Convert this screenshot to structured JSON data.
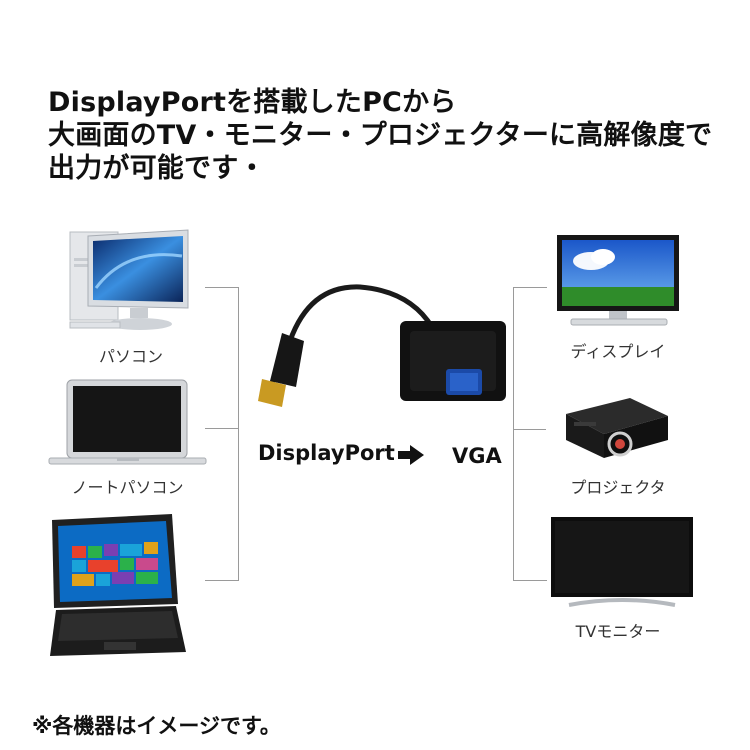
{
  "headline": {
    "line1": "DisplayPortを搭載したPCから",
    "line2": "大画面のTV・モニター・プロジェクターに高解像度で",
    "line3": "出力が可能です・"
  },
  "sources": [
    {
      "label": "パソコン",
      "icon": "desktop-pc-icon"
    },
    {
      "label": "ノートパソコン",
      "icon": "laptop-icon"
    },
    {
      "label": "",
      "icon": "tablet-keyboard-icon"
    }
  ],
  "adapter": {
    "from": "DisplayPort",
    "to": "VGA",
    "icon": "dp-to-vga-adapter-icon"
  },
  "targets": [
    {
      "label": "ディスプレイ",
      "icon": "display-monitor-icon"
    },
    {
      "label": "プロジェクタ",
      "icon": "projector-icon"
    },
    {
      "label": "TVモニター",
      "icon": "tv-monitor-icon"
    }
  ],
  "footnote": "※各機器はイメージです。"
}
